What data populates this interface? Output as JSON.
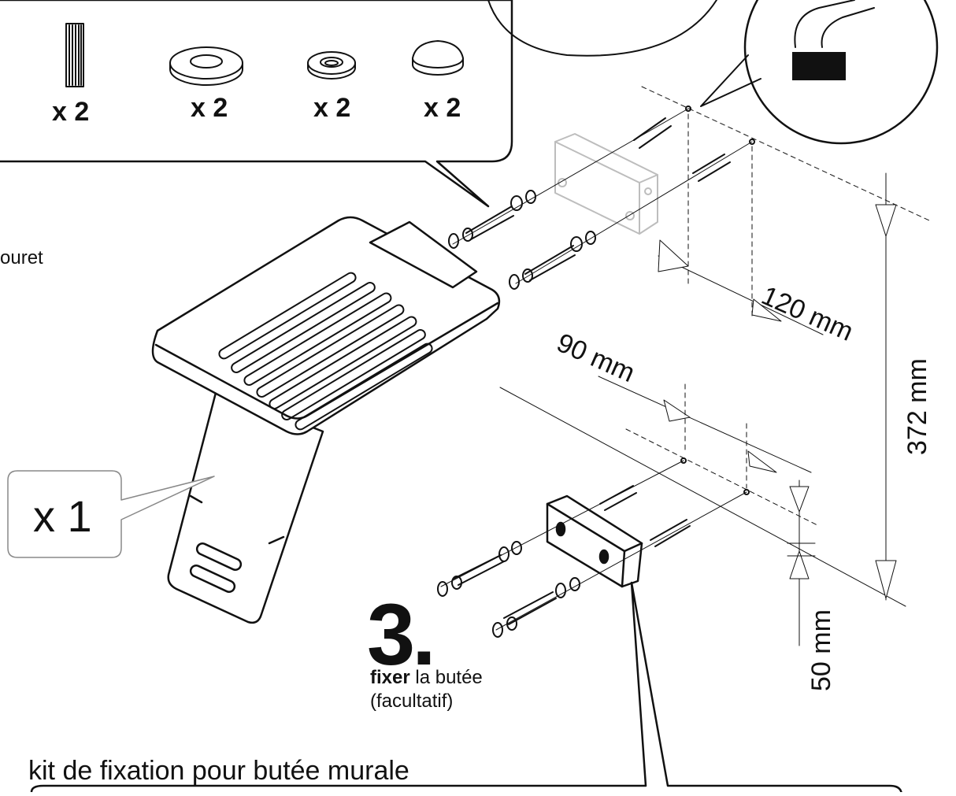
{
  "parts_callout": {
    "items": [
      {
        "icon": "dowel-icon",
        "quantity": "x 2"
      },
      {
        "icon": "large-washer-icon",
        "quantity": "x 2"
      },
      {
        "icon": "small-washer-icon",
        "quantity": "x 2"
      },
      {
        "icon": "screw-cap-icon",
        "quantity": "x 2"
      }
    ]
  },
  "left_partial_text": "ouret",
  "seat_callout": {
    "quantity": "x 1"
  },
  "dimensions": {
    "hole_spacing_upper": "120 mm",
    "hole_spacing_lower": "90 mm",
    "vertical_height": "372 mm",
    "stop_offset": "50 mm"
  },
  "step": {
    "number": "3.",
    "verb": "fixer",
    "rest": " la butée",
    "note": "(facultatif)"
  },
  "kit_title": "kit de fixation pour butée murale",
  "colors": {
    "ink": "#111111",
    "ghost": "#c9c9c9",
    "fill": "#ffffff"
  }
}
